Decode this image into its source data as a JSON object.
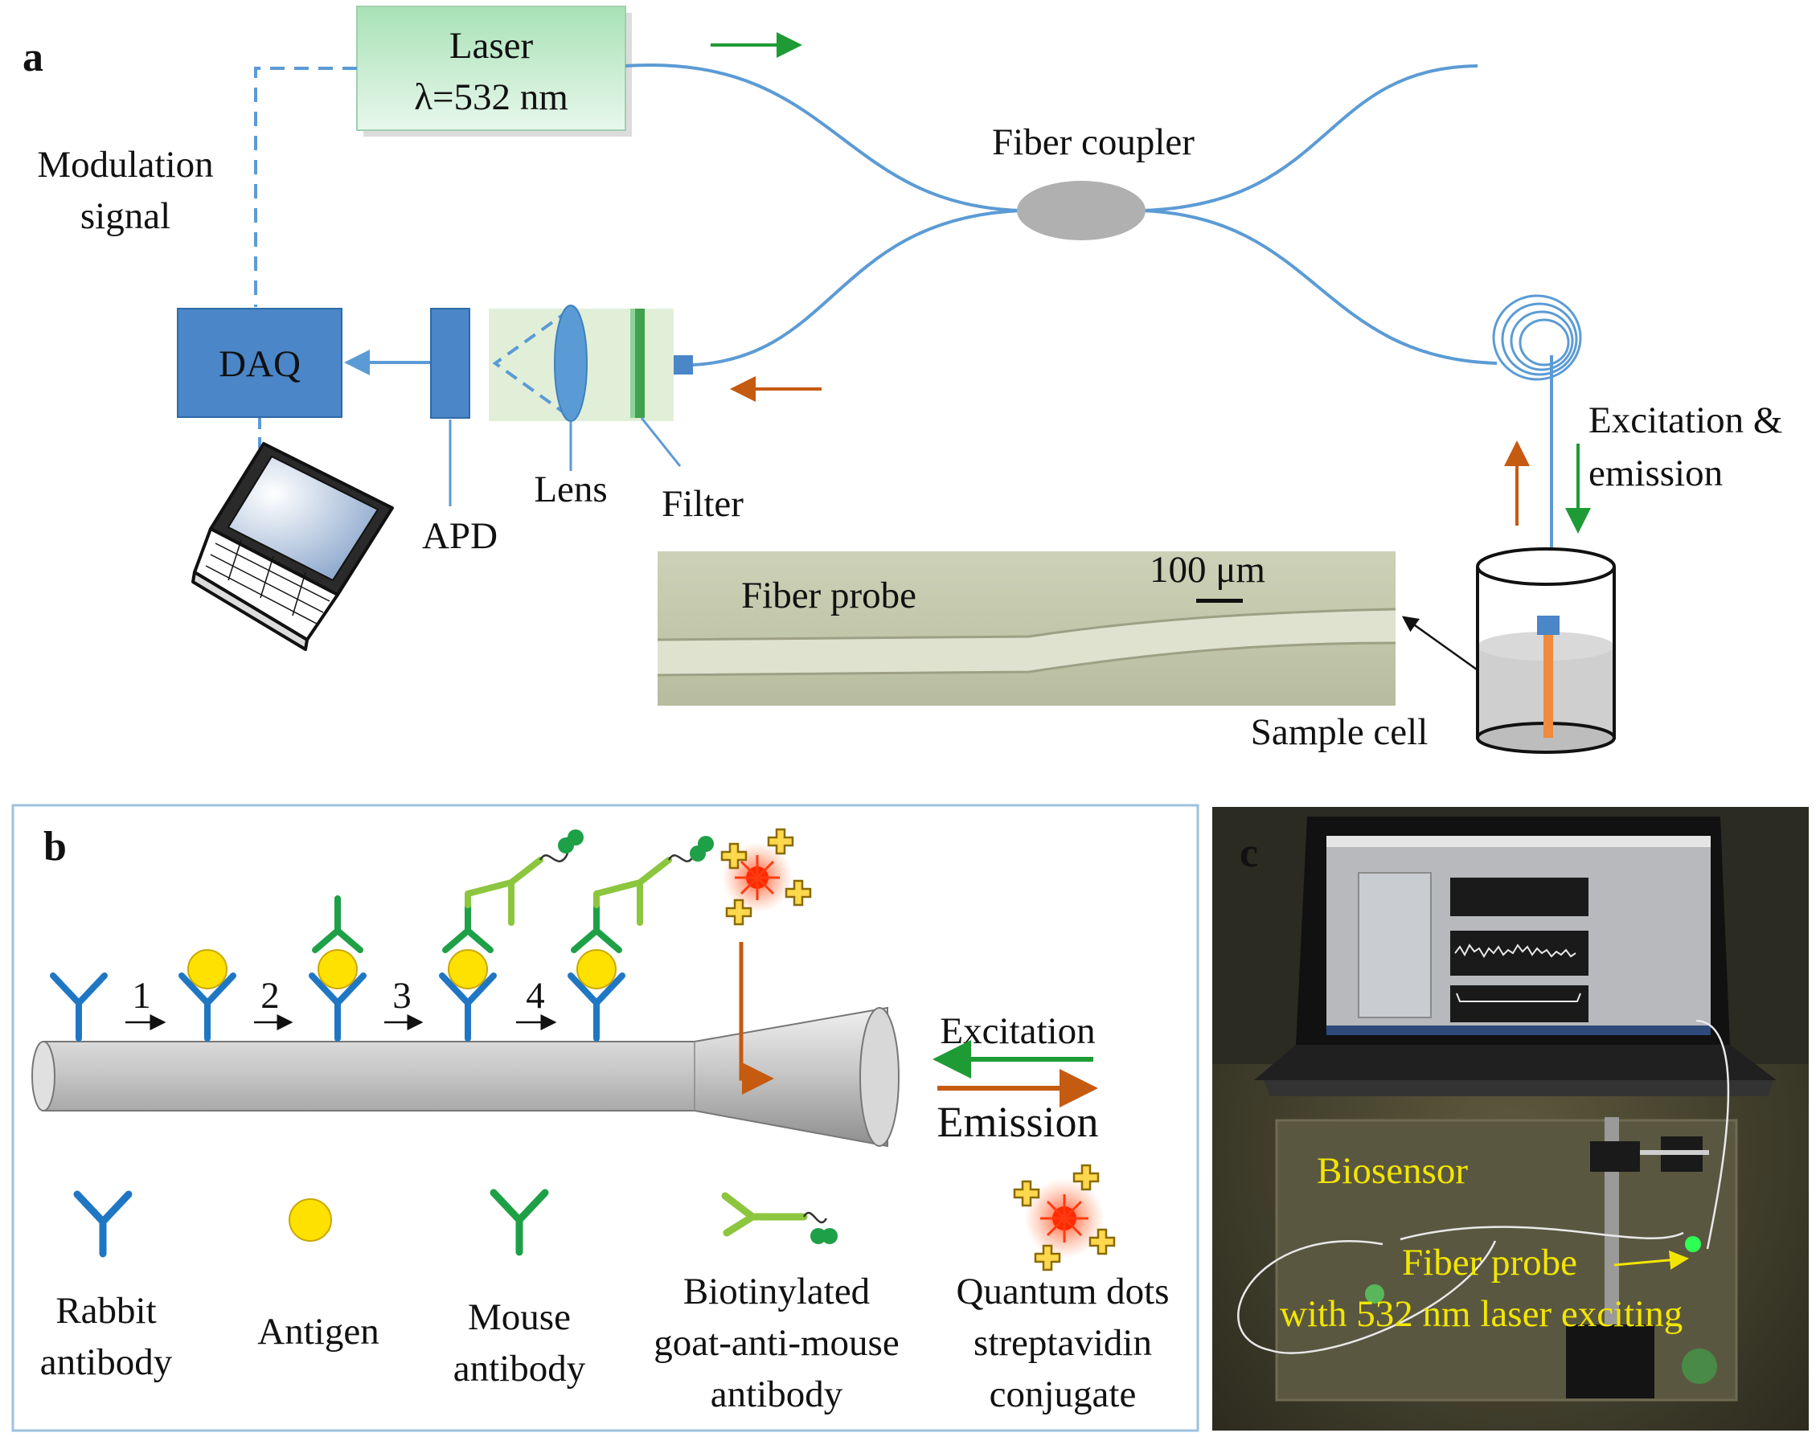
{
  "panel_a": {
    "letter": "a",
    "laser_label": "Laser",
    "laser_wavelength": "λ=532 nm",
    "modulation_line1": "Modulation",
    "modulation_line2": "signal",
    "fiber_coupler": "Fiber coupler",
    "daq": "DAQ",
    "apd": "APD",
    "lens": "Lens",
    "filter": "Filter",
    "excitation_line1": "Excitation &",
    "excitation_line2": "emission",
    "fiber_probe": "Fiber probe",
    "scale_bar": "100 μm",
    "sample_cell": "Sample cell",
    "colors": {
      "fiber": "#5b9bd5",
      "excitation": "#1e9b35",
      "emission": "#c55a11",
      "laser_box": "#bfe8c8",
      "daq_box": "#4a86c8"
    }
  },
  "panel_b": {
    "letter": "b",
    "steps": [
      "1",
      "2",
      "3",
      "4"
    ],
    "excitation": "Excitation",
    "emission": "Emission",
    "legend": [
      {
        "line1": "Rabbit",
        "line2": "antibody"
      },
      {
        "line1": "Antigen",
        "line2": ""
      },
      {
        "line1": "Mouse",
        "line2": "antibody"
      },
      {
        "line1": "Biotinylated",
        "line2": "goat-anti-mouse",
        "line3": "antibody"
      },
      {
        "line1": "Quantum dots",
        "line2": "streptavidin",
        "line3": "conjugate"
      }
    ],
    "colors": {
      "rabbit": "#1f77c4",
      "antigen": "#ffe100",
      "mouse": "#1ea047",
      "goat": "#8cc63f",
      "qd": "#ff4a1c"
    }
  },
  "panel_c": {
    "letter": "c",
    "biosensor": "Biosensor",
    "fiber_probe": "Fiber probe",
    "laser_exciting": "with 532 nm laser exciting"
  }
}
